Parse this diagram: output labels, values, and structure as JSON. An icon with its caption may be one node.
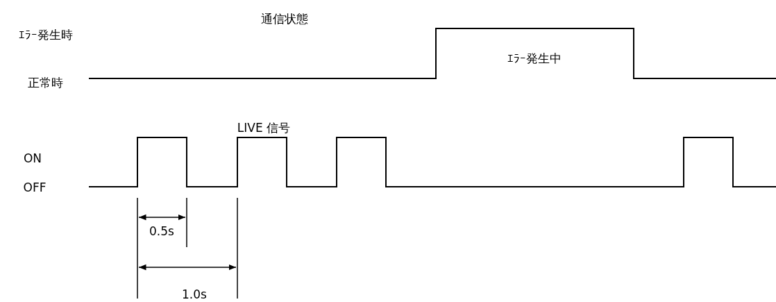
{
  "diagram": {
    "labels": [
      "通信状態",
      "ｴﾗｰ発生時",
      "正常時",
      "ｴﾗｰ発生中",
      "LIVE 信号",
      "ON",
      "OFF",
      "0.5s",
      "1.0s"
    ]
  }
}
